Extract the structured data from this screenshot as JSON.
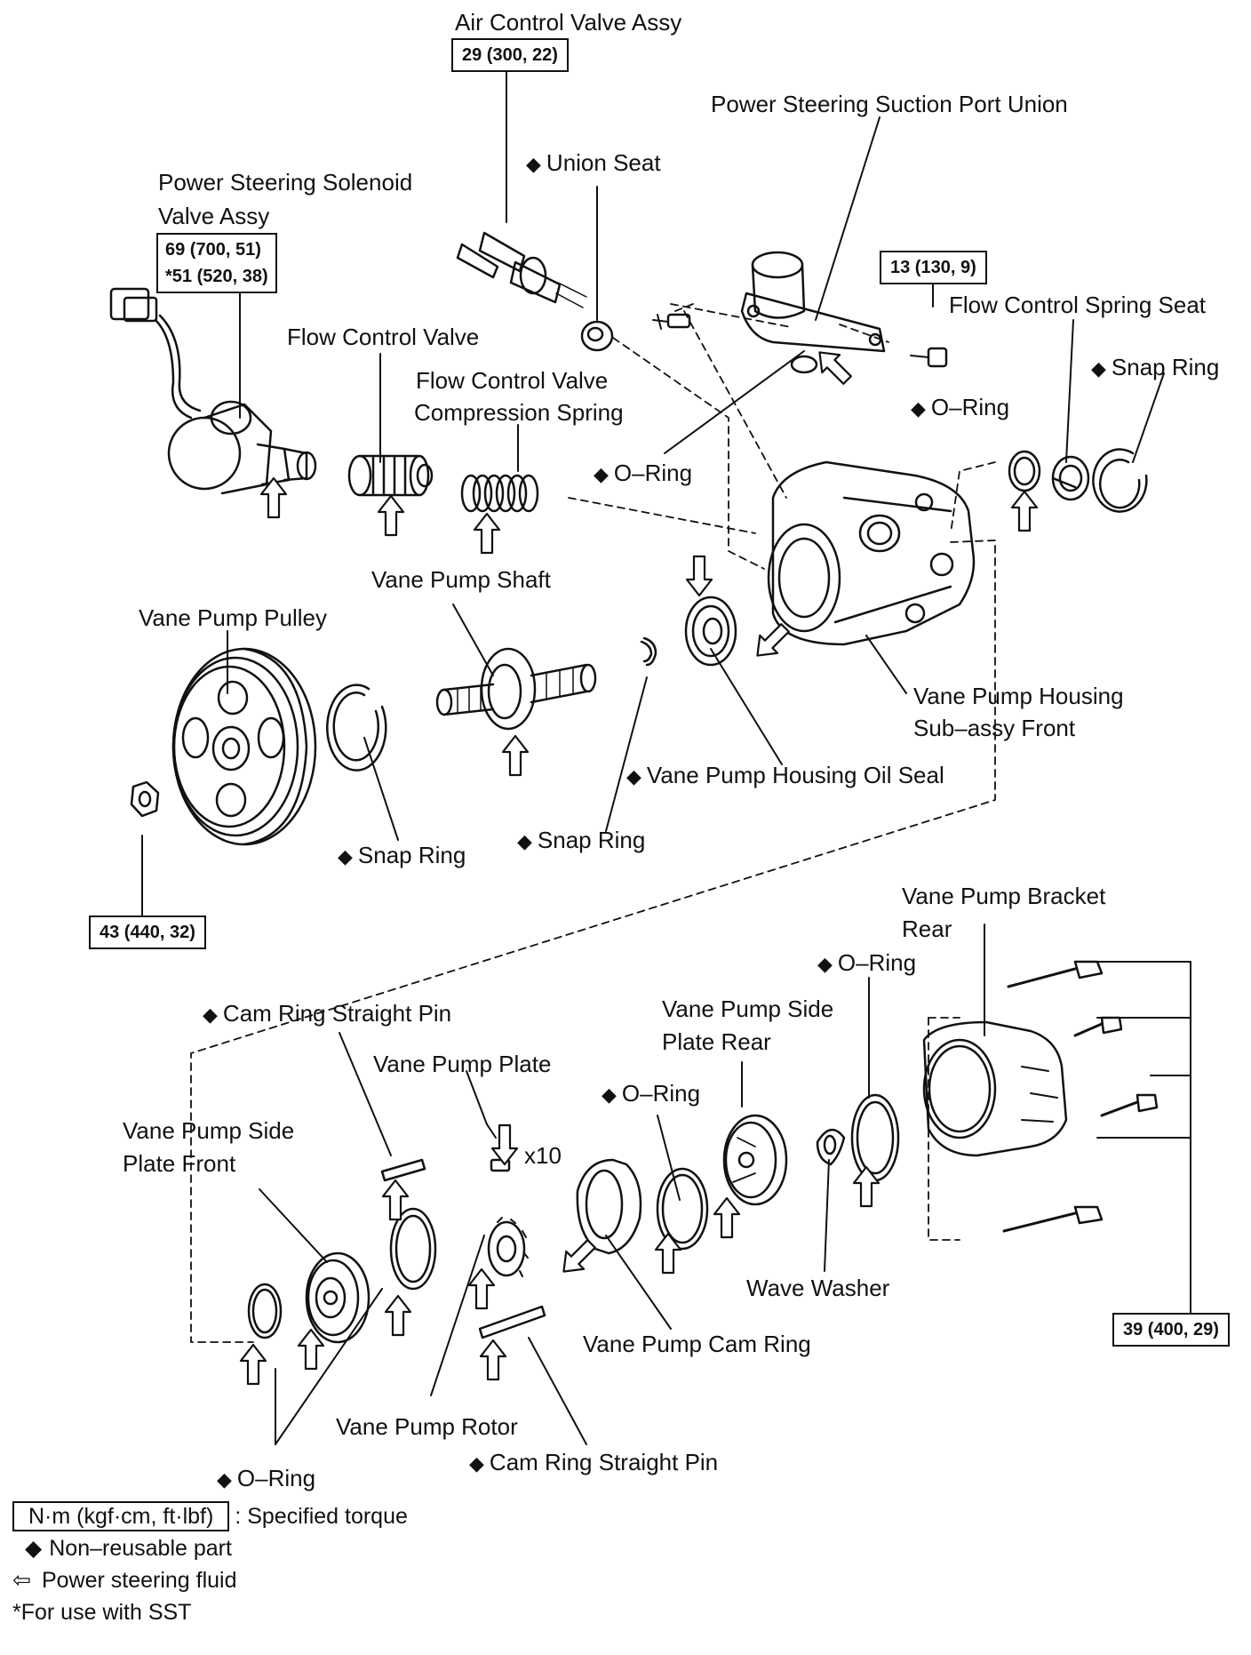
{
  "labels": {
    "air_control_valve": "Air Control Valve Assy",
    "union_seat": "Union Seat",
    "suction_port_union": "Power Steering Suction Port Union",
    "solenoid_valve_1": "Power Steering Solenoid",
    "solenoid_valve_2": "Valve Assy",
    "flow_control_valve": "Flow Control Valve",
    "flow_control_spring_1": "Flow  Control  Valve",
    "flow_control_spring_2": "Compression Spring",
    "o_ring_suction": "O–Ring",
    "flow_control_spring_seat": "Flow Control Spring Seat",
    "o_ring_right": "O–Ring",
    "snap_ring_right": "Snap Ring",
    "vane_pump_shaft": "Vane Pump Shaft",
    "vane_pump_pulley": "Vane Pump Pulley",
    "housing_1": "Vane  Pump  Housing",
    "housing_2": "Sub–assy Front",
    "oil_seal": "Vane Pump Housing Oil Seal",
    "snap_ring_shaft": "Snap Ring",
    "snap_ring_pulley": "Snap Ring",
    "bracket_rear_1": "Vane  Pump  Bracket",
    "bracket_rear_2": "Rear",
    "o_ring_bracket": "O–Ring",
    "cam_ring_pin_top": "Cam Ring Straight Pin",
    "vane_pump_plate": "Vane Pump Plate",
    "plate_qty": "x10",
    "side_plate_rear_1": "Vane Pump Side",
    "side_plate_rear_2": "Plate Rear",
    "o_ring_mid": "O–Ring",
    "side_plate_front_1": "Vane Pump Side",
    "side_plate_front_2": "Plate Front",
    "wave_washer": "Wave Washer",
    "cam_ring": "Vane Pump Cam Ring",
    "rotor": "Vane Pump Rotor",
    "cam_ring_pin_bottom": "Cam Ring Straight Pin",
    "o_ring_bottom": "O–Ring"
  },
  "torques": {
    "air_control_valve": "29 (300, 22)",
    "solenoid_1": "69 (700, 51)",
    "solenoid_2": "*51 (520, 38)",
    "union_bolt": "13 (130, 9)",
    "pulley_nut": "43 (440, 32)",
    "bracket_bolts": "39 (400, 29)"
  },
  "legend": {
    "torque_box": "N·m (kgf·cm, ft·lbf)",
    "torque_text": ": Specified torque",
    "non_reusable": "Non–reusable part",
    "fluid_arrow": "⇦",
    "fluid": "Power steering fluid",
    "sst": "*For use with SST"
  }
}
